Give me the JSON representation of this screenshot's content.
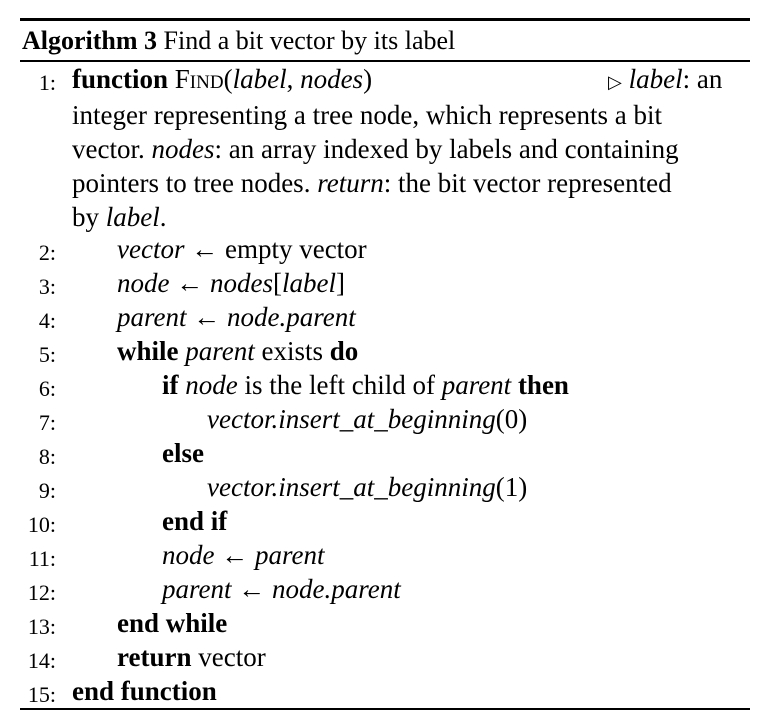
{
  "caption": {
    "label": "Algorithm 3",
    "title": "Find a bit vector by its label"
  },
  "lines": [
    {
      "num": "1:"
    },
    {
      "num": "2:",
      "lhs": "vector",
      "arrow": "←",
      "rhs": "empty vector"
    },
    {
      "num": "3:",
      "lhs": "node",
      "arrow": "←",
      "rhs_a": "nodes",
      "rhs_b": "[",
      "rhs_c": "label",
      "rhs_d": "]"
    },
    {
      "num": "4:",
      "lhs": "parent",
      "arrow": "←",
      "rhs": "node.parent"
    },
    {
      "num": "5:",
      "kw1": "while",
      "var": "parent",
      "mid": "exists",
      "kw2": "do"
    },
    {
      "num": "6:",
      "kw1": "if",
      "var1": "node",
      "mid": "is the left child of",
      "var2": "parent",
      "kw2": "then"
    },
    {
      "num": "7:",
      "call": "vector.insert_at_beginning",
      "args": "(0)"
    },
    {
      "num": "8:",
      "kw": "else"
    },
    {
      "num": "9:",
      "call": "vector.insert_at_beginning",
      "args": "(1)"
    },
    {
      "num": "10:",
      "kw": "end if"
    },
    {
      "num": "11:",
      "lhs": "node",
      "arrow": "←",
      "rhs": "parent"
    },
    {
      "num": "12:",
      "lhs": "parent",
      "arrow": "←",
      "rhs": "node.parent"
    },
    {
      "num": "13:",
      "kw": "end while"
    },
    {
      "num": "14:",
      "kw": "return",
      "rest": "vector"
    },
    {
      "num": "15:",
      "kw": "end function"
    }
  ],
  "header": {
    "kw": "function",
    "name": "Find",
    "open": "(",
    "p1": "label",
    "comma": ", ",
    "p2": "nodes",
    "close": ")",
    "comment_marker": "▷",
    "c_label": "label",
    "c_text1": ": an",
    "c_line2": "integer representing a tree node, which represents a bit",
    "c_line3a": "vector. ",
    "c_nodes": "nodes",
    "c_line3b": ": an array indexed by labels and containing",
    "c_line4a": "pointers to tree nodes. ",
    "c_return": "return",
    "c_line4b": ": the bit vector represented",
    "c_line5a": "by ",
    "c_label2": "label",
    "c_line5b": "."
  }
}
